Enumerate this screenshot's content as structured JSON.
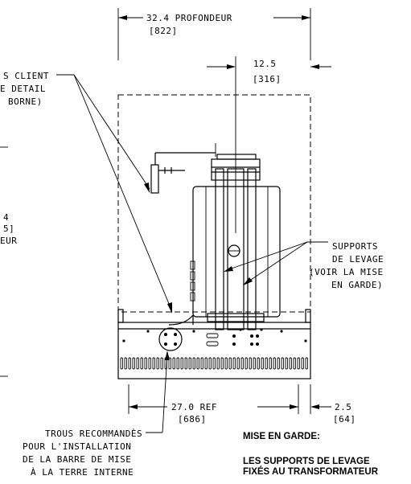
{
  "dimensions": {
    "depth_label": "32.4 PROFONDEUR",
    "depth_mm": "[822]",
    "center_offset": "12.5",
    "center_offset_mm": "[316]",
    "base_width": "27.0 REF",
    "base_width_mm": "[686]",
    "edge_offset": "2.5",
    "edge_offset_mm": "[64]",
    "left_partial_1": "4",
    "left_partial_2": "5]",
    "left_partial_3": "EUR"
  },
  "callouts": {
    "client_terminals": [
      "S CLIENT",
      "E DETAIL",
      "BORNE)"
    ],
    "lifting_supports": [
      "SUPPORTS",
      "DE LEVAGE",
      "(VOIR LA MISE",
      "EN GARDE)"
    ],
    "ground_holes": [
      "TROUS RECOMMANDÈS",
      "POUR L'INSTALLATION",
      "DE LA BARRE DE MISE",
      "À LA TERRE INTERNE"
    ]
  },
  "warning": {
    "heading": "MISE EN GARDE:",
    "line1": "LES SUPPORTS DE LEVAGE",
    "line2": "FIXÉS AU TRANSFORMATEUR"
  }
}
